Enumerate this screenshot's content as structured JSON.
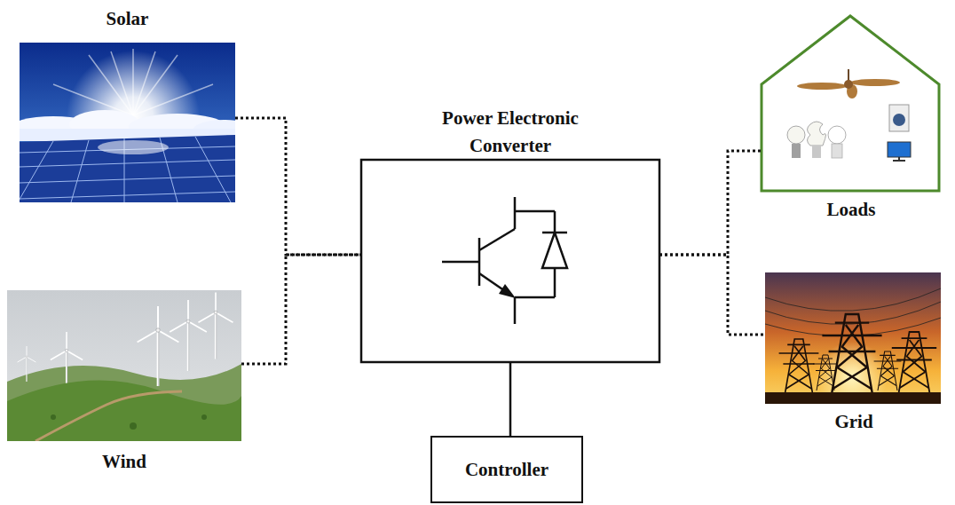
{
  "diagram": {
    "nodes": [
      {
        "text": [
          "Solar"
        ]
      },
      {
        "text": [
          "Wind"
        ]
      },
      {
        "text": [
          "Power Electronic Converter"
        ]
      },
      {
        "text": [
          "Controller"
        ]
      },
      {
        "text": [
          "Loads"
        ]
      },
      {
        "text": [
          "Grid"
        ]
      }
    ],
    "edges": [
      {
        "from": 0,
        "to": 2,
        "arrow": "none"
      },
      {
        "from": 1,
        "to": 2,
        "arrow": "none"
      },
      {
        "from": 2,
        "to": 4,
        "arrow": "none"
      },
      {
        "from": 2,
        "to": 5,
        "arrow": "none"
      },
      {
        "from": 2,
        "to": 3,
        "arrow": "none"
      }
    ]
  }
}
